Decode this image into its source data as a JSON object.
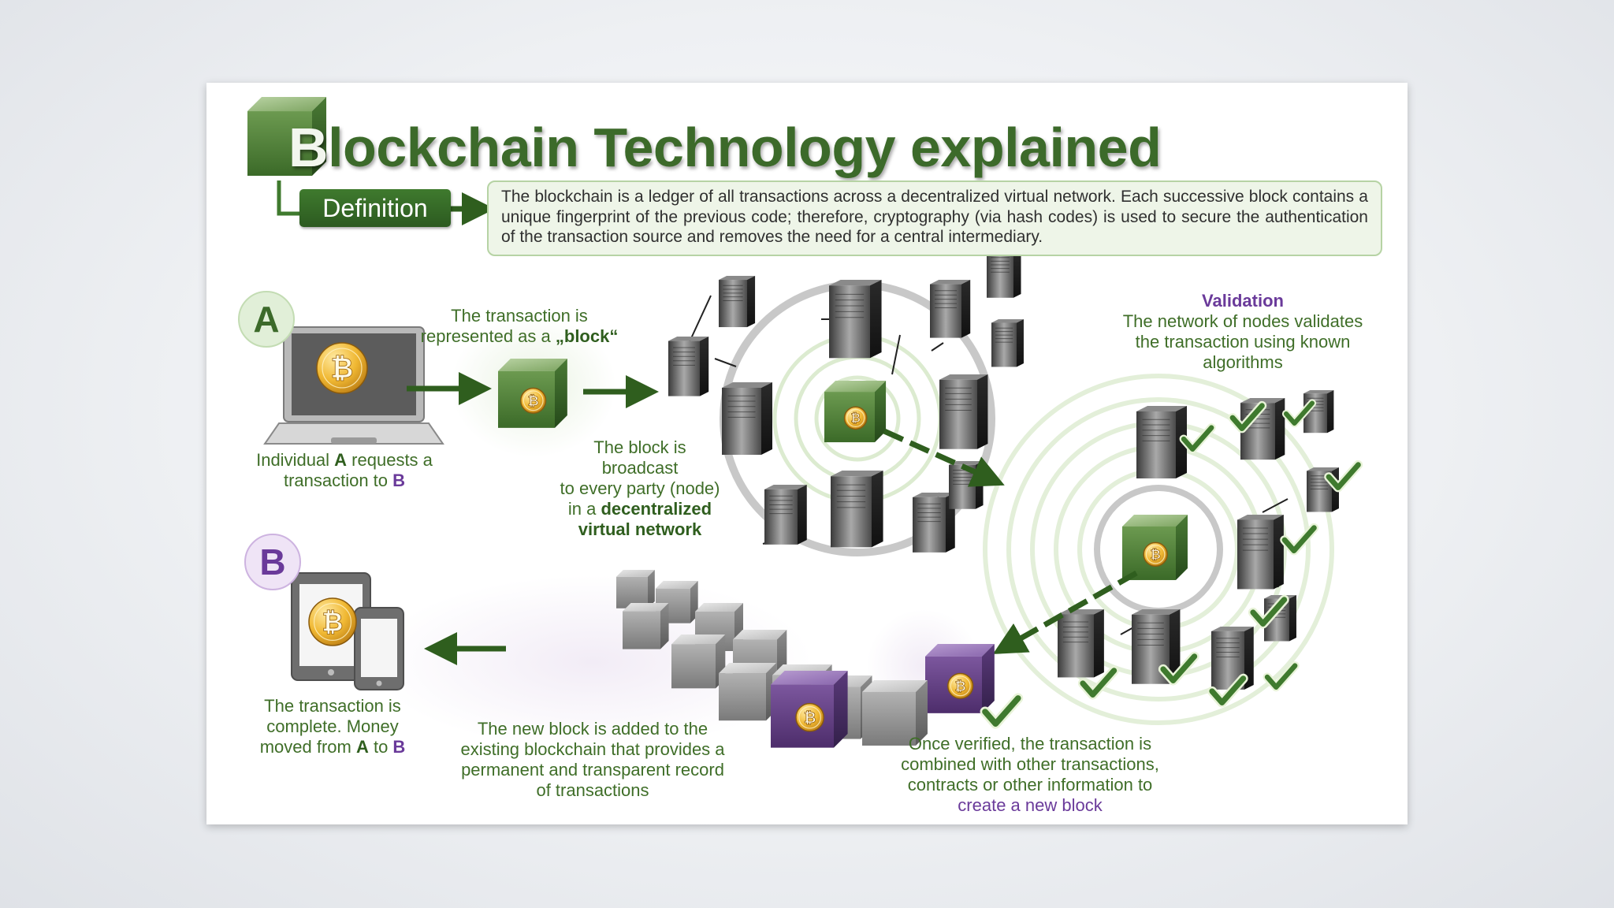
{
  "title": {
    "first_letter": "B",
    "rest": "lockchain Technology explained"
  },
  "definition": {
    "label": "Definition",
    "text": "The blockchain is a ledger of all transactions across a decentralized virtual network. Each successive block contains a unique fingerprint of the previous code; therefore, cryptography (via hash codes) is used to secure the authentication of the transaction source and removes the need for a central intermediary."
  },
  "markers": {
    "a": "A",
    "b": "B"
  },
  "steps": {
    "request": {
      "pre": "Individual ",
      "a": "A",
      "mid": " requests a",
      "line2": "transaction to ",
      "b": "B"
    },
    "block": {
      "line1": "The transaction is",
      "line2_pre": "represented as a ",
      "line2_bold": "„block“"
    },
    "broadcast": {
      "line1": "The block is",
      "line2": "broadcast",
      "line3": "to every party (node)",
      "line4_pre": "in a ",
      "line4_bold": "decentralized",
      "line5_bold": "virtual network"
    },
    "validation": {
      "heading": "Validation",
      "line1": "The network of nodes validates",
      "line2": "the transaction using known",
      "line3": "algorithms"
    },
    "verified": {
      "line1": "Once verified, the transaction is",
      "line2": "combined with other transactions,",
      "line3": "contracts or other information to",
      "line4": "create a new block"
    },
    "chain": {
      "line1": "The new block is added to the",
      "line2": "existing blockchain that provides a",
      "line3": "permanent and transparent record",
      "line4": "of transactions"
    },
    "complete": {
      "line1": "The transaction is",
      "line2": "complete. Money",
      "line3_pre": "moved from ",
      "a": "A",
      "to": " to ",
      "b": "B"
    }
  },
  "icons": {
    "bitcoin_symbol": "₿"
  },
  "colors": {
    "green": "#3c6a2a",
    "dark_green": "#2c5a20",
    "purple": "#6a3a9a",
    "light_green": "#eef5e8"
  }
}
